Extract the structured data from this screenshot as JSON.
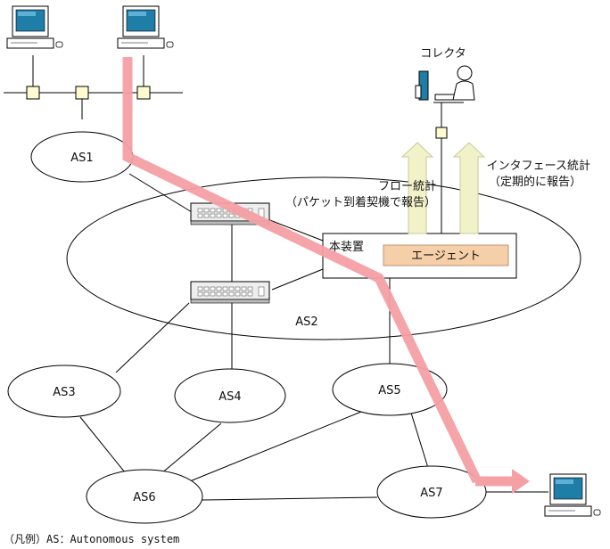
{
  "nodes": {
    "as1": "AS1",
    "as2": "AS2",
    "as3": "AS3",
    "as4": "AS4",
    "as5": "AS5",
    "as6": "AS6",
    "as7": "AS7"
  },
  "device": {
    "title": "本装置",
    "agent": "エージェント"
  },
  "collector": "コレクタ",
  "arrows": {
    "flow_stats": "フロー統計",
    "flow_stats_sub": "（パケット到着契機で報告）",
    "if_stats": "インタフェース統計",
    "if_stats_sub": "（定期的に報告）"
  },
  "legend": "（凡例）AS：Autonomous system",
  "colors": {
    "flow_path": "#f4a0a4",
    "report_arrow": "#f2f2c8",
    "agent_box": "#f5cfa8",
    "monitor_screen": "#1e7ea8"
  },
  "icons": [
    "pc-icon",
    "switch-icon",
    "user-at-pc-icon"
  ]
}
